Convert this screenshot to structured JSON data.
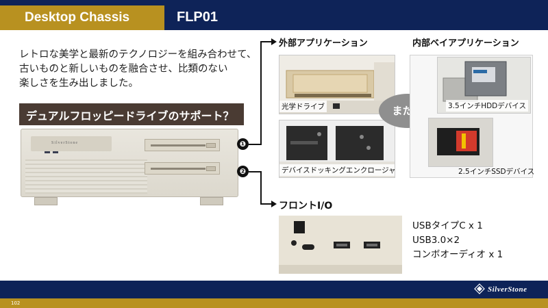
{
  "header": {
    "category": "Desktop Chassis",
    "model": "FLP01"
  },
  "intro": {
    "lines": [
      "レトロな美学と最新のテクノロジーを組み合わせて、",
      "古いものと新しいものを融合させ、比類のない",
      "楽しさを生み出しました。"
    ]
  },
  "section_title": "デュアルフロッピードライブのサポート？",
  "case": {
    "logo_text": "SilverStone"
  },
  "markers": [
    "❶",
    "❷"
  ],
  "external": {
    "title": "外部アプリケーション",
    "items": [
      {
        "caption": "光学ドライブ"
      },
      {
        "caption": "デバイスドッキングエンクロージャ"
      }
    ]
  },
  "or_label": "または",
  "internal": {
    "title": "内部ベイアプリケーション",
    "items": [
      {
        "caption": "3.5インチHDDデバイス"
      },
      {
        "caption": "2.5インチSSDデバイス"
      }
    ]
  },
  "front_io": {
    "title": "フロントI/O",
    "ports": [
      "USBタイプC x 1",
      "USB3.0×2",
      "コンボオーディオ x 1"
    ]
  },
  "footer": {
    "page_number": "102",
    "brand": "SilverStone"
  },
  "colors": {
    "navy": "#0e2358",
    "gold": "#b89120",
    "section_bar": "#4a3b33",
    "or_oval": "#8f8f8f"
  }
}
